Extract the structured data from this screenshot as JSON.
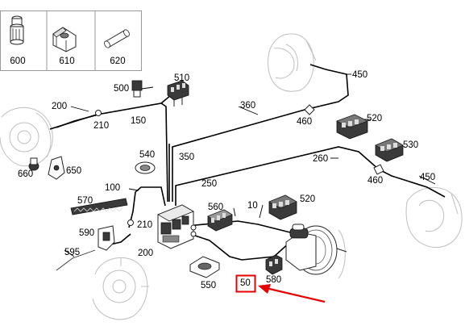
{
  "legend_boxes": [
    {
      "id": "box-600",
      "label": "600"
    },
    {
      "id": "box-610",
      "label": "610"
    },
    {
      "id": "box-620",
      "label": "620"
    }
  ],
  "part_numbers": {
    "p500": "500",
    "p510": "510",
    "p450a": "450",
    "p200a": "200",
    "p210a": "210",
    "p150": "150",
    "p360": "360",
    "p460a": "460",
    "p520a": "520",
    "p540": "540",
    "p350": "350",
    "p530": "530",
    "p260": "260",
    "p660": "660",
    "p650": "650",
    "p250": "250",
    "p460b": "460",
    "p450b": "450",
    "p100": "100",
    "p560": "560",
    "p10": "10",
    "p520b": "520",
    "p570": "570",
    "p210b": "210",
    "p590": "590",
    "p200b": "200",
    "p595": "595",
    "p550": "550",
    "p580": "580",
    "p50": "50"
  },
  "highlight": {
    "target": "50",
    "color": "#e60000"
  }
}
